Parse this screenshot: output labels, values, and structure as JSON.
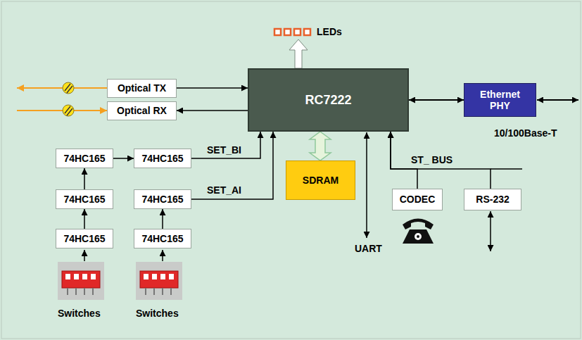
{
  "diagram": {
    "nodes": [
      {
        "text": [
          "Optical TX"
        ]
      },
      {
        "text": [
          "Optical RX"
        ]
      },
      {
        "text": [
          "RC7222"
        ]
      },
      {
        "text": [
          "Ethernet PHY"
        ]
      },
      {
        "text": [
          "SDRAM"
        ]
      },
      {
        "text": [
          "74HC165"
        ]
      },
      {
        "text": [
          "74HC165"
        ]
      },
      {
        "text": [
          "74HC165"
        ]
      },
      {
        "text": [
          "74HC165"
        ]
      },
      {
        "text": [
          "74HC165"
        ]
      },
      {
        "text": [
          "74HC165"
        ]
      },
      {
        "text": [
          "CODEC"
        ]
      },
      {
        "text": [
          "RS-232"
        ]
      }
    ],
    "edges": [
      {
        "from": 0,
        "to": 2,
        "arrow": "to"
      },
      {
        "from": 2,
        "to": 1,
        "arrow": "to"
      },
      {
        "from": 2,
        "to": 3,
        "arrow": "both"
      },
      {
        "from": 4,
        "to": 2,
        "arrow": "both"
      },
      {
        "from": 9,
        "to": 7,
        "arrow": "to"
      },
      {
        "from": 7,
        "to": 5,
        "arrow": "to"
      },
      {
        "from": 5,
        "to": 6,
        "arrow": "to"
      },
      {
        "from": 6,
        "to": 2,
        "label": "SET_BI",
        "arrow": "to"
      },
      {
        "from": 10,
        "to": 8,
        "arrow": "to"
      },
      {
        "from": 8,
        "to": 2,
        "label": "SET_AI",
        "arrow": "to"
      },
      {
        "from": 11,
        "to": 2,
        "arrow": "to"
      },
      {
        "from": 12,
        "to": 2,
        "arrow": "to"
      }
    ],
    "labels": [
      "LEDs",
      "UART",
      "ST_ BUS",
      "10/100Base-T",
      "Switches",
      "Switches"
    ]
  }
}
